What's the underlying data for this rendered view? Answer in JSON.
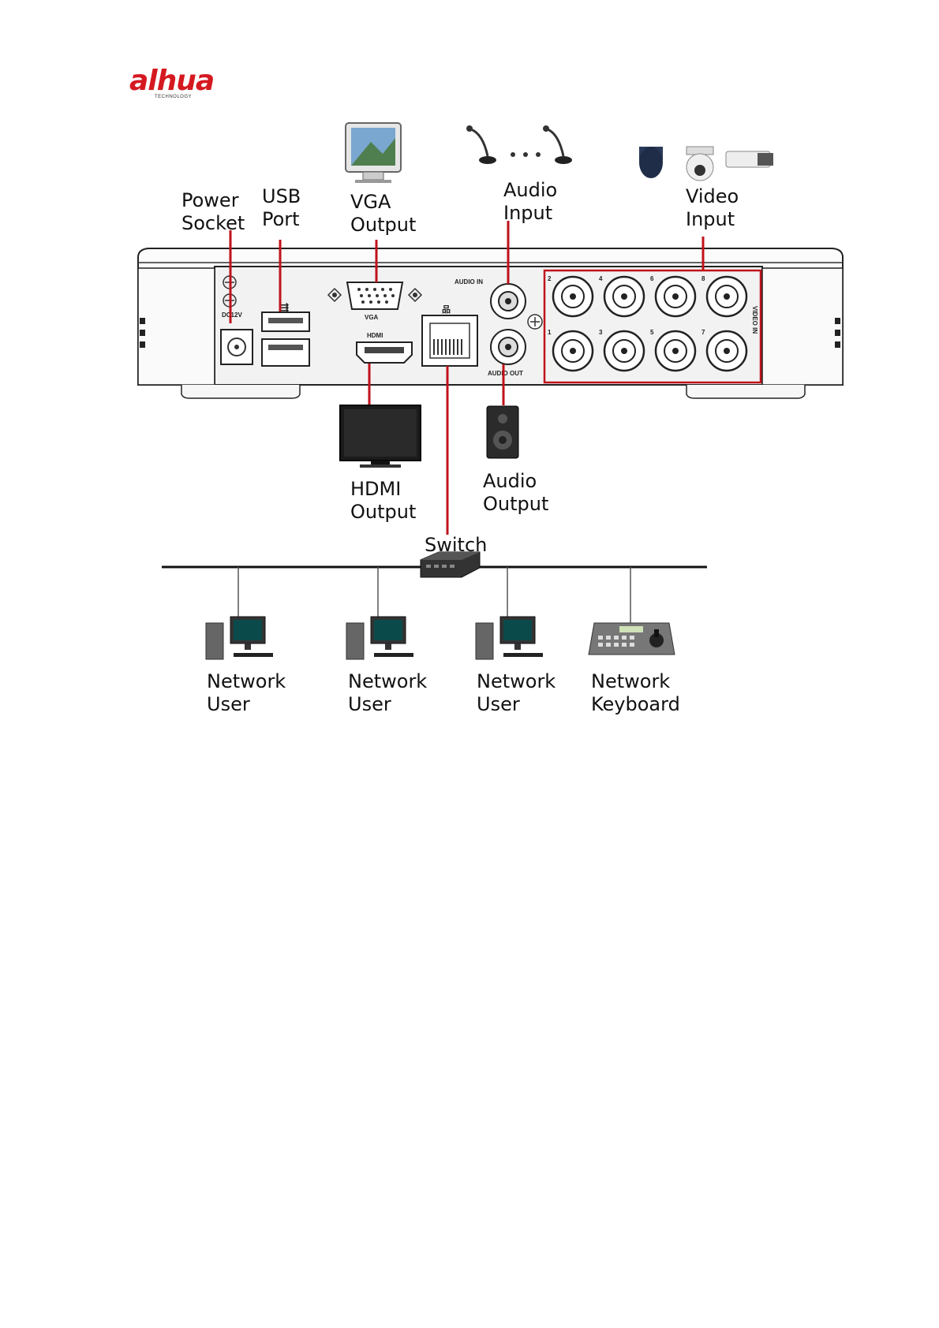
{
  "logo": {
    "brand": "alhua",
    "tagline": "TECHNOLOGY",
    "brand_color": "#d51920"
  },
  "labels": {
    "power_socket": "Power\nSocket",
    "usb_port": "USB\nPort",
    "vga_output": "VGA\nOutput",
    "audio_input": "Audio\nInput",
    "video_input": "Video\nInput",
    "hdmi_output": "HDMI\nOutput",
    "audio_output": "Audio\nOutput",
    "switch": "Switch",
    "network_user": "Network\nUser",
    "network_keyboard": "Network\nKeyboard"
  },
  "panel_marks": {
    "dc": "DC12V",
    "vga": "VGA",
    "hdmi": "HDMI",
    "audio_in": "AUDIO IN",
    "audio_out": "AUDIO OUT",
    "video_in": "VIDEO IN",
    "channel_numbers_top": [
      "2",
      "4",
      "6",
      "8"
    ],
    "channel_numbers_bottom": [
      "1",
      "3",
      "5",
      "7"
    ]
  },
  "colors": {
    "callout_line": "#c0121b",
    "outline": "#222222",
    "panel": "#f4f4f4"
  }
}
